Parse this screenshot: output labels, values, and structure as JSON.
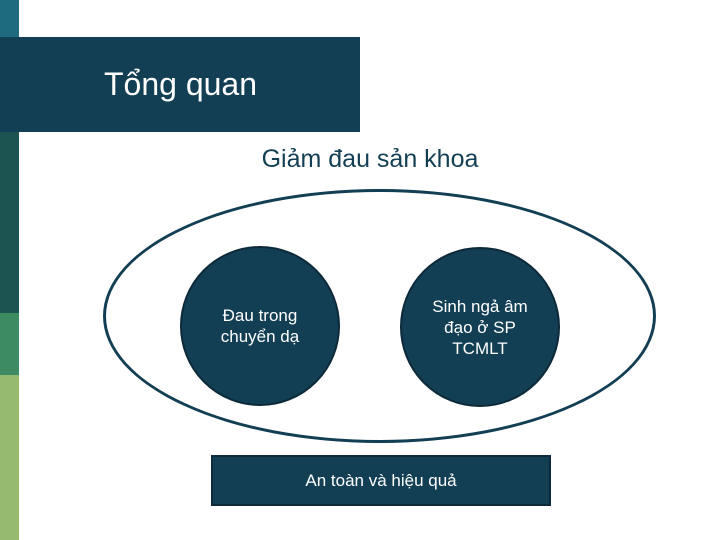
{
  "slide": {
    "title": "Tổng quan",
    "subtitle": "Giảm đau sản khoa",
    "circle_left": "Đau trong chuyển dạ",
    "circle_right": "Sinh ngả âm đạo ở SP TCMLT",
    "bottom_box": "An toàn và hiệu quả"
  },
  "colors": {
    "navy": "#133f55",
    "teal": "#1e6a7e",
    "dark_green": "#1b5450",
    "mid_green": "#3d8b62",
    "light_green": "#96bb6f"
  }
}
